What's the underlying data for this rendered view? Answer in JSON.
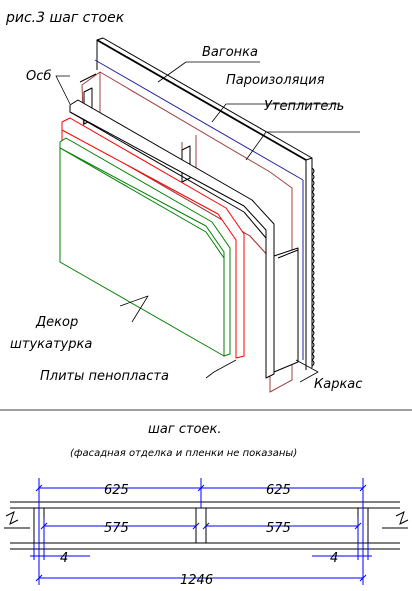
{
  "figure": {
    "title": "рис.3 шаг стоек"
  },
  "callouts": {
    "vagonka": "Вагонка",
    "parizolyatsiya": "Пароизоляция",
    "uteplitel": "Утеплитель",
    "osb": "Осб",
    "dekor_line1": "Декор",
    "dekor_line2": "штукатурка",
    "plity": "Плиты пенопласта",
    "karkas": "Каркас"
  },
  "plan": {
    "title": "шаг стоек.",
    "note": "(фасадная отделка и пленки не показаны)",
    "dims": {
      "step_left": "625",
      "step_right": "625",
      "clear_left": "575",
      "clear_right": "575",
      "offset_left": "4",
      "offset_right": "4",
      "total": "1246"
    }
  },
  "colors": {
    "blue_dims": "#0000ff",
    "green_decor": "#008000",
    "red_foam": "#ff0000",
    "insulation": "#a04040",
    "vapor": "#2020a0",
    "line": "#000000"
  }
}
